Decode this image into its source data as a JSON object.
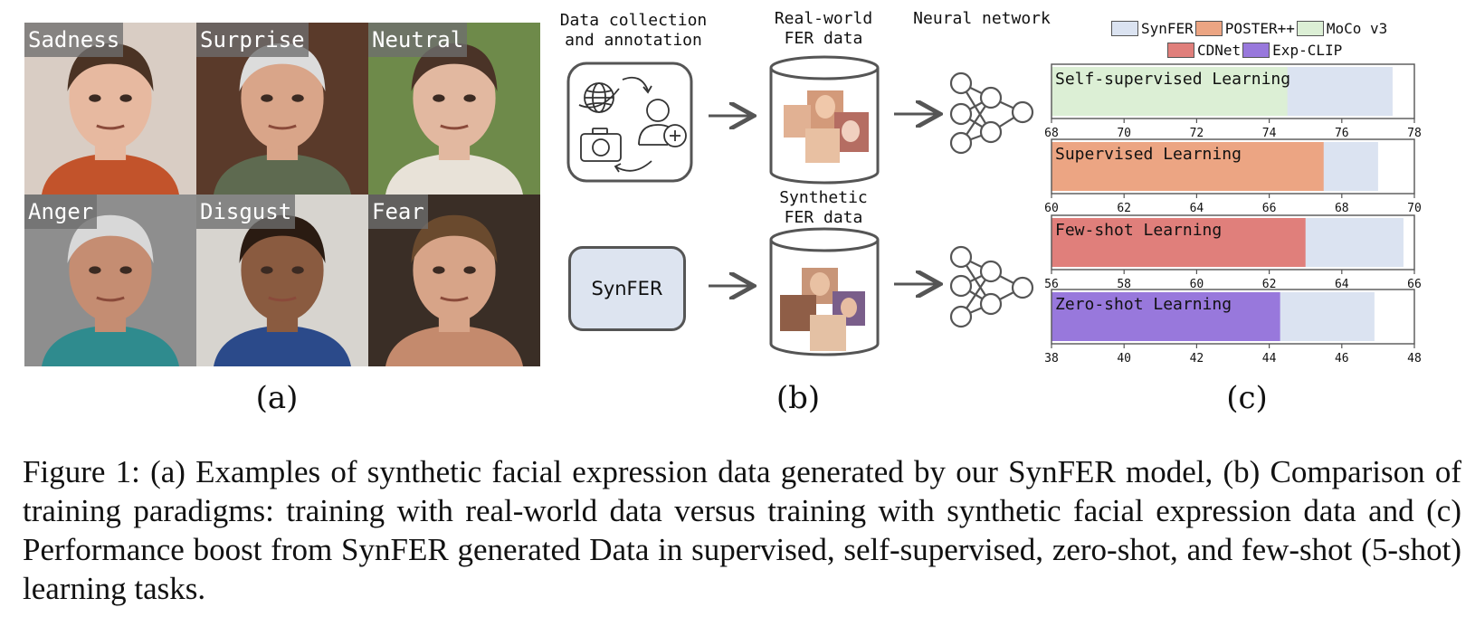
{
  "panel_a": {
    "label": "(a)",
    "faces": [
      {
        "label": "Sadness",
        "bg": "#d9cdc4",
        "skin": "#e7b9a0",
        "hair": "#4b3324",
        "shirt": "#c2532b"
      },
      {
        "label": "Surprise",
        "bg": "#5a3a2a",
        "skin": "#d9a589",
        "hair": "#dcdcdc",
        "shirt": "#5e6a50"
      },
      {
        "label": "Neutral",
        "bg": "#6e8a4a",
        "skin": "#e2b8a0",
        "hair": "#4a3327",
        "shirt": "#e8e2d8"
      },
      {
        "label": "Anger",
        "bg": "#8e8e8e",
        "skin": "#c58d72",
        "hair": "#d8d8d8",
        "shirt": "#2f8b8e"
      },
      {
        "label": "Disgust",
        "bg": "#d7d4cf",
        "skin": "#8a5b40",
        "hair": "#2a1b12",
        "shirt": "#2b4a8a"
      },
      {
        "label": "Fear",
        "bg": "#3a2e26",
        "skin": "#d7a488",
        "hair": "#6a4a2e",
        "shirt": "#c48a6d"
      }
    ]
  },
  "panel_b": {
    "label": "(b)",
    "collection_title": [
      "Data collection",
      "and annotation"
    ],
    "real_title": [
      "Real-world",
      "FER data"
    ],
    "synthetic_title": [
      "Synthetic",
      "FER data"
    ],
    "network_title": "Neural network",
    "synfer_label": "SynFER",
    "icons": [
      "globe-icon",
      "camera-icon",
      "user-add-icon",
      "cycle-arrows-icon"
    ]
  },
  "panel_c": {
    "label": "(c)",
    "legend": [
      {
        "name": "SynFER",
        "color": "#dbe3f1"
      },
      {
        "name": "POSTER++",
        "color": "#eca583"
      },
      {
        "name": "MoCo v3",
        "color": "#dcefd5"
      },
      {
        "name": "CDNet",
        "color": "#e07f7b"
      },
      {
        "name": "Exp-CLIP",
        "color": "#9878dc"
      }
    ]
  },
  "chart_data": [
    {
      "type": "bar",
      "orientation": "horizontal",
      "title": "Self-supervised Learning",
      "xlim": [
        68,
        78
      ],
      "xticks": [
        68,
        70,
        72,
        74,
        76,
        78
      ],
      "series": [
        {
          "name": "MoCo v3",
          "value": 74.5
        },
        {
          "name": "SynFER",
          "value": 77.4
        }
      ]
    },
    {
      "type": "bar",
      "orientation": "horizontal",
      "title": "Supervised Learning",
      "xlim": [
        60,
        70
      ],
      "xticks": [
        60,
        62,
        64,
        66,
        68,
        70
      ],
      "series": [
        {
          "name": "POSTER++",
          "value": 67.5
        },
        {
          "name": "SynFER",
          "value": 69.0
        }
      ]
    },
    {
      "type": "bar",
      "orientation": "horizontal",
      "title": "Few-shot Learning",
      "xlim": [
        56,
        66
      ],
      "xticks": [
        56,
        58,
        60,
        62,
        64,
        66
      ],
      "series": [
        {
          "name": "CDNet",
          "value": 63.0
        },
        {
          "name": "SynFER",
          "value": 65.7
        }
      ]
    },
    {
      "type": "bar",
      "orientation": "horizontal",
      "title": "Zero-shot Learning",
      "xlim": [
        38,
        48
      ],
      "xticks": [
        38,
        40,
        42,
        44,
        46,
        48
      ],
      "series": [
        {
          "name": "Exp-CLIP",
          "value": 44.3
        },
        {
          "name": "SynFER",
          "value": 46.9
        }
      ]
    }
  ],
  "caption": "Figure 1: (a) Examples of synthetic facial expression data generated by our SynFER model, (b) Comparison of training paradigms: training with real-world data versus training with synthetic facial expression data and (c) Performance boost from SynFER generated Data in supervised, self-supervised, zero-shot, and few-shot (5-shot) learning tasks."
}
